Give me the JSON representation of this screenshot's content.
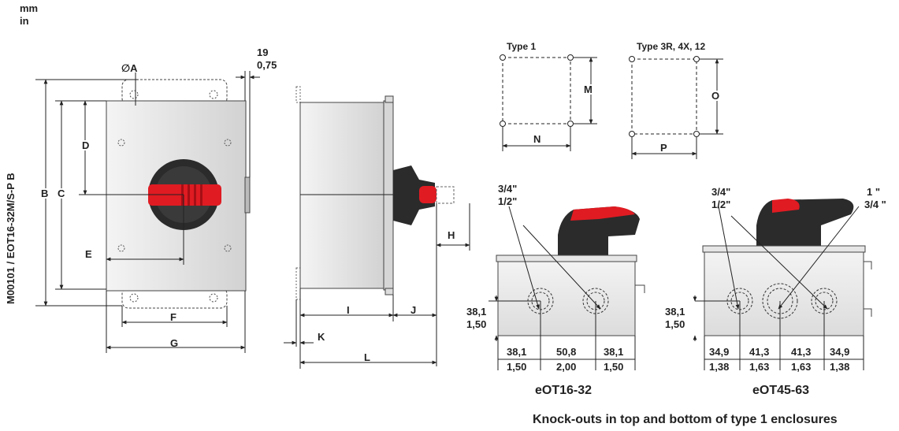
{
  "units": {
    "primary": "mm",
    "secondary": "in"
  },
  "drawing_code": "M00101 / EOT16-32M/S-P  B",
  "front_view": {
    "hole_label": "∅A",
    "offset_mm": "19",
    "offset_in": "0,75",
    "dims": {
      "B": "B",
      "C": "C",
      "D": "D",
      "E": "E",
      "F": "F",
      "G": "G"
    }
  },
  "side_view": {
    "dims": {
      "H": "H",
      "I": "I",
      "J": "J",
      "K": "K",
      "L": "L"
    }
  },
  "hole_patterns": [
    {
      "type": "Type 1",
      "height": "M",
      "width": "N"
    },
    {
      "type": "Type 3R, 4X, 12",
      "height": "O",
      "width": "P"
    }
  ],
  "knockouts": [
    {
      "model": "eOT16-32",
      "conduits": [
        "3/4\"",
        "1/2\""
      ],
      "height_mm": "38,1",
      "height_in": "1,50",
      "spacing_mm": [
        "38,1",
        "50,8",
        "38,1"
      ],
      "spacing_in": [
        "1,50",
        "2,00",
        "1,50"
      ]
    },
    {
      "model": "eOT45-63",
      "conduits_left": [
        "3/4\"",
        "1/2\""
      ],
      "conduits_right": [
        "1 \"",
        "3/4 \""
      ],
      "height_mm": "38,1",
      "height_in": "1,50",
      "spacing_mm": [
        "34,9",
        "41,3",
        "41,3",
        "34,9"
      ],
      "spacing_in": [
        "1,38",
        "1,63",
        "1,63",
        "1,38"
      ]
    }
  ],
  "caption": "Knock-outs in top and bottom of type 1 enclosures",
  "colors": {
    "handle_red": "#e01b22",
    "handle_black": "#2b2b2b",
    "enclosure": "#e6e6e6",
    "line": "#222222"
  }
}
